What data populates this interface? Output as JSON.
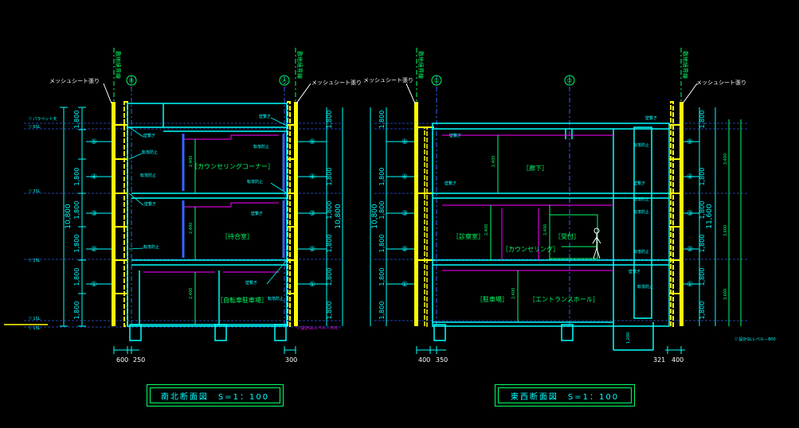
{
  "colors": {
    "bg": "#000000",
    "wall": "#ffff00",
    "cyan": "#00ffff",
    "green": "#00ff66",
    "magenta": "#ff00ff",
    "blue": "#3366ff",
    "dim": "#2244aa",
    "white": "#ffffff",
    "red": "#ff3333"
  },
  "left": {
    "title": "南北断面図　S=1：100",
    "total_height": "10,800",
    "mesh_left": "メッシュシート張り",
    "mesh_right": "メッシュシート張り",
    "axis_left": "⑧",
    "axis_right": "Ⓐ",
    "grid_label": "敷地境界線",
    "floor_heights": [
      "1,800",
      "1,800",
      "1,800",
      "1,800",
      "1,800",
      "1,800"
    ],
    "floor_heights_right": [
      "1,800",
      "1,800",
      "1,800",
      "1,800",
      "1,800",
      "1,800"
    ],
    "levels": [
      "▽ パラペット天",
      "▽ 6SL",
      "▽ 3SL",
      "▽ 2SL",
      "▽ 1SL",
      "▽ 1SL"
    ],
    "level_right": "▽ 設計GLレベル－350",
    "floors": [
      "⑤",
      "④",
      "③",
      "②",
      "①"
    ],
    "dims_bottom_left": [
      "600",
      "250"
    ],
    "dims_bottom_right": "300",
    "rooms": [
      "［カウンセリングコーナー］",
      "［待合室］",
      "［自転車駐車場］"
    ],
    "room_heights": [
      "2,400",
      "2,400",
      "2,400"
    ],
    "notes": [
      "壁繋ぎ",
      "転落防止",
      "転落防止",
      "壁繋ぎ",
      "転落防止"
    ]
  },
  "right": {
    "title": "東西断面図　S=1：100",
    "total_height_left": "10,800",
    "total_height_right": "11,600",
    "mesh_left": "メッシュシート張り",
    "mesh_right": "メッシュシート張り",
    "axis_left": "①",
    "axis_mid": "②",
    "grid_label": "敷地境界線",
    "floor_heights": [
      "1,800",
      "1,800",
      "1,800",
      "1,800",
      "1,800",
      "1,800"
    ],
    "floor_heights_right": [
      "1,800",
      "1,800",
      "1,800",
      "1,800",
      "1,800",
      "1,800"
    ],
    "outer_heights": [
      "3,400",
      "3,600",
      "3,600"
    ],
    "floors": [
      "⑤",
      "④",
      "③",
      "②",
      "①"
    ],
    "dims_bottom_left": [
      "400",
      "350"
    ],
    "dims_bottom_right": [
      "321",
      "400"
    ],
    "level_right": "▽ 設計GLレベル－800",
    "rooms": [
      "［廊下］",
      "［診察室］",
      "［受付］",
      "［カウンセリング］",
      "［駐車場］",
      "［エントランスホール］"
    ],
    "room_heights": [
      "2,400",
      "2,400",
      "2,400",
      "2,400"
    ],
    "pit": "1,200",
    "notes": [
      "壁繋ぎ",
      "転落防止",
      "壁繋ぎ",
      "転落防止",
      "壁繋ぎ"
    ]
  }
}
